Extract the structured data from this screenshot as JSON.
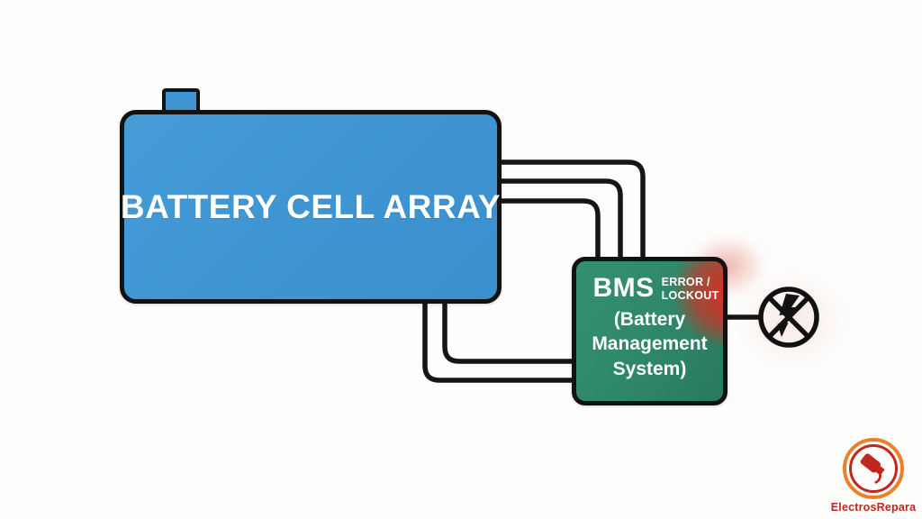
{
  "diagram": {
    "battery": {
      "label": "BATTERY CELL ARRAY",
      "fill_color": "#3F96D3"
    },
    "bms": {
      "title": "BMS",
      "error_badge": {
        "line1": "ERROR /",
        "line2": "LOCKOUT",
        "glow_color": "#E22A20"
      },
      "subtitle": {
        "line1": "(Battery",
        "line2": "Management",
        "line3": "System)"
      },
      "fill_color": "#2E8768"
    },
    "icons": {
      "no_power": "no-power-crossed-lightning-icon",
      "logo_plug": "repair-plug-logo-icon"
    },
    "outline_color": "#151515"
  },
  "branding": {
    "logo_text": "ElectrosRepara",
    "outer_ring_color": "#E8802C",
    "inner_ring_color": "#C1271D"
  }
}
